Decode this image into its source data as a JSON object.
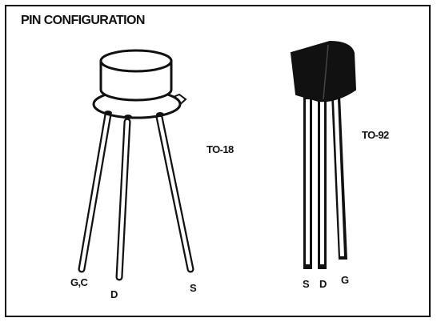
{
  "title": "PIN CONFIGURATION",
  "to18": {
    "package_label": "TO-18",
    "pins": [
      "G,C",
      "D",
      "S"
    ]
  },
  "to92": {
    "package_label": "TO-92",
    "pins": [
      "S",
      "D",
      "G"
    ]
  }
}
